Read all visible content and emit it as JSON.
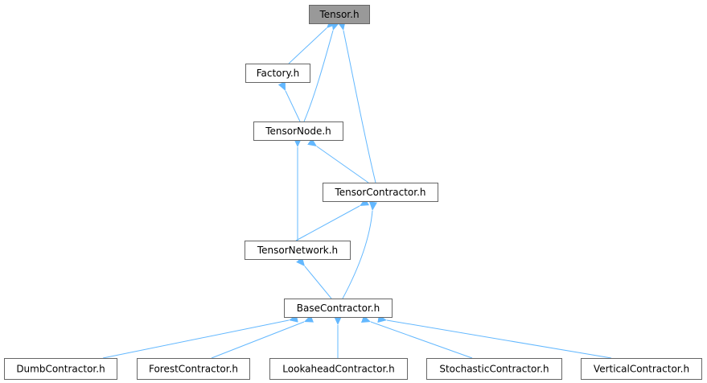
{
  "colors": {
    "edge": "#63b8ff",
    "root_fill": "#999999",
    "node_border": "#666666",
    "node_fill": "#ffffff"
  },
  "nodes": [
    {
      "id": "tensor",
      "label": "Tensor.h",
      "root": true
    },
    {
      "id": "factory",
      "label": "Factory.h"
    },
    {
      "id": "tensornode",
      "label": "TensorNode.h"
    },
    {
      "id": "tensorcontractor",
      "label": "TensorContractor.h"
    },
    {
      "id": "tensornetwork",
      "label": "TensorNetwork.h"
    },
    {
      "id": "basecontractor",
      "label": "BaseContractor.h"
    },
    {
      "id": "dumbcontractor",
      "label": "DumbContractor.h"
    },
    {
      "id": "forestcontractor",
      "label": "ForestContractor.h"
    },
    {
      "id": "lookaheadcontractor",
      "label": "LookaheadContractor.h"
    },
    {
      "id": "stochasticcontractor",
      "label": "StochasticContractor.h"
    },
    {
      "id": "verticalcontractor",
      "label": "VerticalContractor.h"
    }
  ],
  "edges": [
    {
      "from": "factory",
      "to": "tensor"
    },
    {
      "from": "tensornode",
      "to": "tensor"
    },
    {
      "from": "tensorcontractor",
      "to": "tensor"
    },
    {
      "from": "tensornode",
      "to": "factory"
    },
    {
      "from": "tensorcontractor",
      "to": "tensornode"
    },
    {
      "from": "tensornetwork",
      "to": "tensornode"
    },
    {
      "from": "tensornetwork",
      "to": "tensorcontractor"
    },
    {
      "from": "basecontractor",
      "to": "tensorcontractor"
    },
    {
      "from": "basecontractor",
      "to": "tensornetwork"
    },
    {
      "from": "dumbcontractor",
      "to": "basecontractor"
    },
    {
      "from": "forestcontractor",
      "to": "basecontractor"
    },
    {
      "from": "lookaheadcontractor",
      "to": "basecontractor"
    },
    {
      "from": "stochasticcontractor",
      "to": "basecontractor"
    },
    {
      "from": "verticalcontractor",
      "to": "basecontractor"
    }
  ]
}
